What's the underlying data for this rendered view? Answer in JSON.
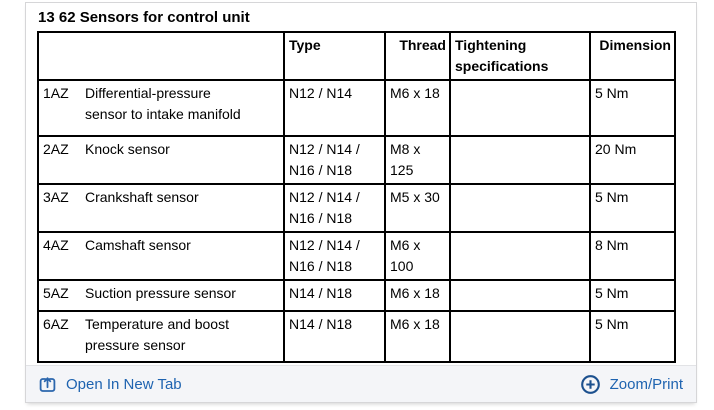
{
  "title": "13 62 Sensors for control unit",
  "table": {
    "columns": {
      "item": "",
      "type": "Type",
      "thread": "Thread",
      "tightening": "Tightening specifications",
      "dimension": "Dimension"
    },
    "rows": [
      {
        "label": "1AZ",
        "description": "Differential-pressure sensor to intake manifold",
        "type": "N12 / N14",
        "thread": "M6 x 18",
        "tightening": "",
        "dimension": "5 Nm"
      },
      {
        "label": "2AZ",
        "description": "Knock sensor",
        "type": "N12 / N14 / N16 / N18",
        "thread": "M8 x 125",
        "tightening": "",
        "dimension": "20 Nm"
      },
      {
        "label": "3AZ",
        "description": "Crankshaft sensor",
        "type": "N12 / N14 / N16 / N18",
        "thread": "M5 x 30",
        "tightening": "",
        "dimension": "5 Nm"
      },
      {
        "label": "4AZ",
        "description": "Camshaft sensor",
        "type": "N12 / N14 / N16 / N18",
        "thread": "M6 x 100",
        "tightening": "",
        "dimension": "8 Nm"
      },
      {
        "label": "5AZ",
        "description": "Suction pressure sensor",
        "type": "N14 / N18",
        "thread": "M6 x 18",
        "tightening": "",
        "dimension": "5 Nm"
      },
      {
        "label": "6AZ",
        "description": "Temperature and boost pressure sensor",
        "type": "N14 / N18",
        "thread": "M6 x 18",
        "tightening": "",
        "dimension": "5 Nm"
      }
    ]
  },
  "footer": {
    "open_in_new_tab_label": "Open In New Tab",
    "zoom_print_label": "Zoom/Print"
  },
  "icons": {
    "open_in_new_tab": "boxed-up-arrow",
    "zoom_print": "circled-plus"
  },
  "colors": {
    "link": "#1e63b0",
    "icon_open": "#2b66ad",
    "icon_zoom": "#1c508e",
    "table_border": "#000000",
    "footer_bg": "#f4f5f8"
  }
}
